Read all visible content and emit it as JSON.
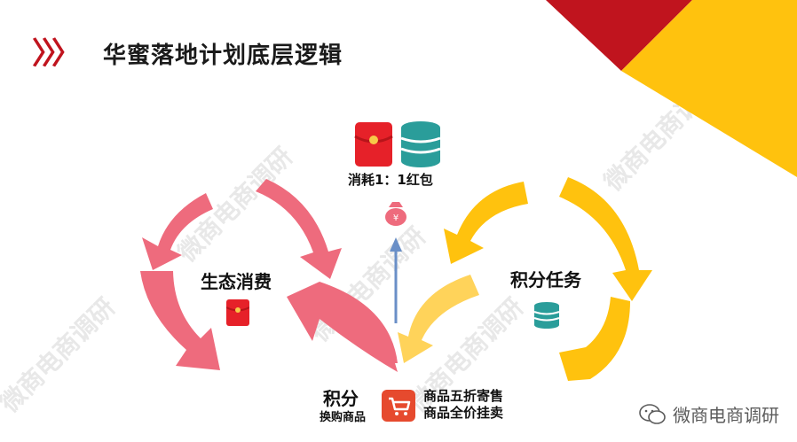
{
  "title": "华蜜落地计划底层逻辑",
  "chevrons": "〉〉〉",
  "cycle": {
    "left_label": "生态消费",
    "right_label": "积分任务",
    "top_label": "消耗1：1红包",
    "bottom_main": "积分",
    "bottom_sub": "换购商品",
    "sell_line1": "商品五折寄售",
    "sell_line2": "商品全价挂卖"
  },
  "watermark": "微商电商调研",
  "ghost_watermarks": [
    "微商电商调研",
    "微商电商调研",
    "微商电商调研",
    "微商电商调研",
    "微商电商调研"
  ],
  "colors": {
    "pink": "#ee6b7d",
    "yellow": "#ffc20e",
    "yellow_light": "#ffd35a",
    "red": "#c0141e",
    "teal": "#2a9d9a",
    "blue_arrow": "#6a8fc7"
  },
  "icons": {
    "red_envelope": "red-envelope-icon",
    "coin_stack": "coin-stack-icon",
    "money_bag": "money-bag-icon",
    "shopping_cart": "shopping-cart-icon",
    "wechat": "wechat-icon"
  }
}
